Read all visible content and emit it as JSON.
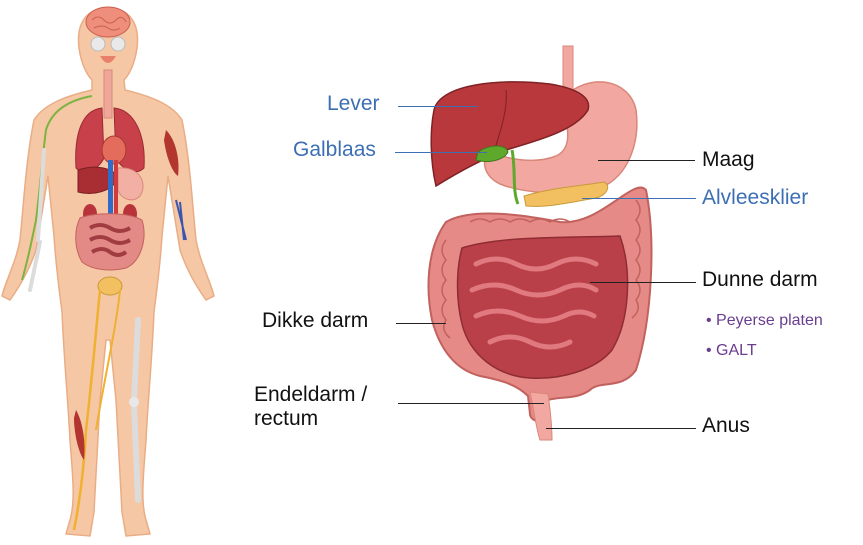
{
  "labels": {
    "lever": "Lever",
    "galblaas": "Galblaas",
    "maag": "Maag",
    "alvleesklier": "Alvleesklier",
    "dunne_darm": "Dunne darm",
    "dikke_darm": "Dikke darm",
    "endeldarm_line1": "Endeldarm /",
    "endeldarm_line2": "rectum",
    "anus": "Anus"
  },
  "dunne_darm_items": [
    "Peyerse platen",
    "GALT"
  ],
  "colors": {
    "blue_label": "#3d6fb4",
    "purple_sublabel": "#6a3d8f",
    "liver": "#b8383b",
    "stomach": "#f2a8a0",
    "intestine": "#e58a86",
    "small_intestine": "#b94048",
    "gallbladder": "#5ea92c",
    "pancreas": "#f2c060",
    "skin": "#f6c7a4"
  }
}
